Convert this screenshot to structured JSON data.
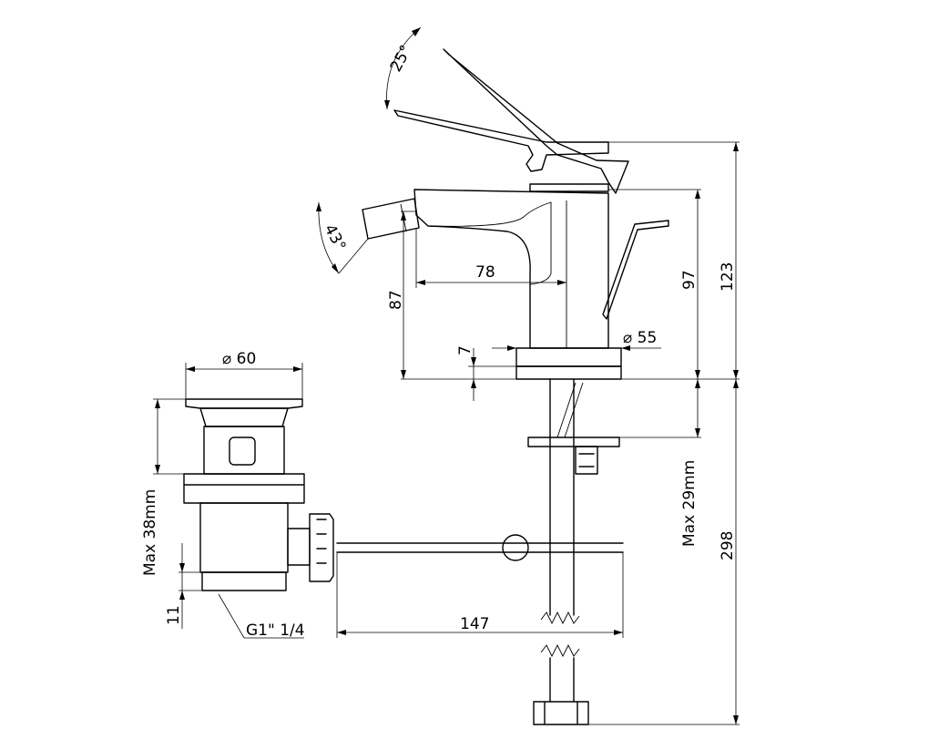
{
  "dimensions": {
    "lever_angle": "25°",
    "spout_angle": "43°",
    "spout_reach": "78",
    "spout_height": "87",
    "body_height": "97",
    "total_height": "123",
    "base_diameter": "55",
    "base_thickness": "7",
    "waste_diameter": "60",
    "waste_max_length": "Max 38mm",
    "thread_length": "11",
    "thread_size": "G1\" 1/4",
    "rod_length": "147",
    "deck_max_thickness": "Max 29mm",
    "hose_length": "298"
  }
}
